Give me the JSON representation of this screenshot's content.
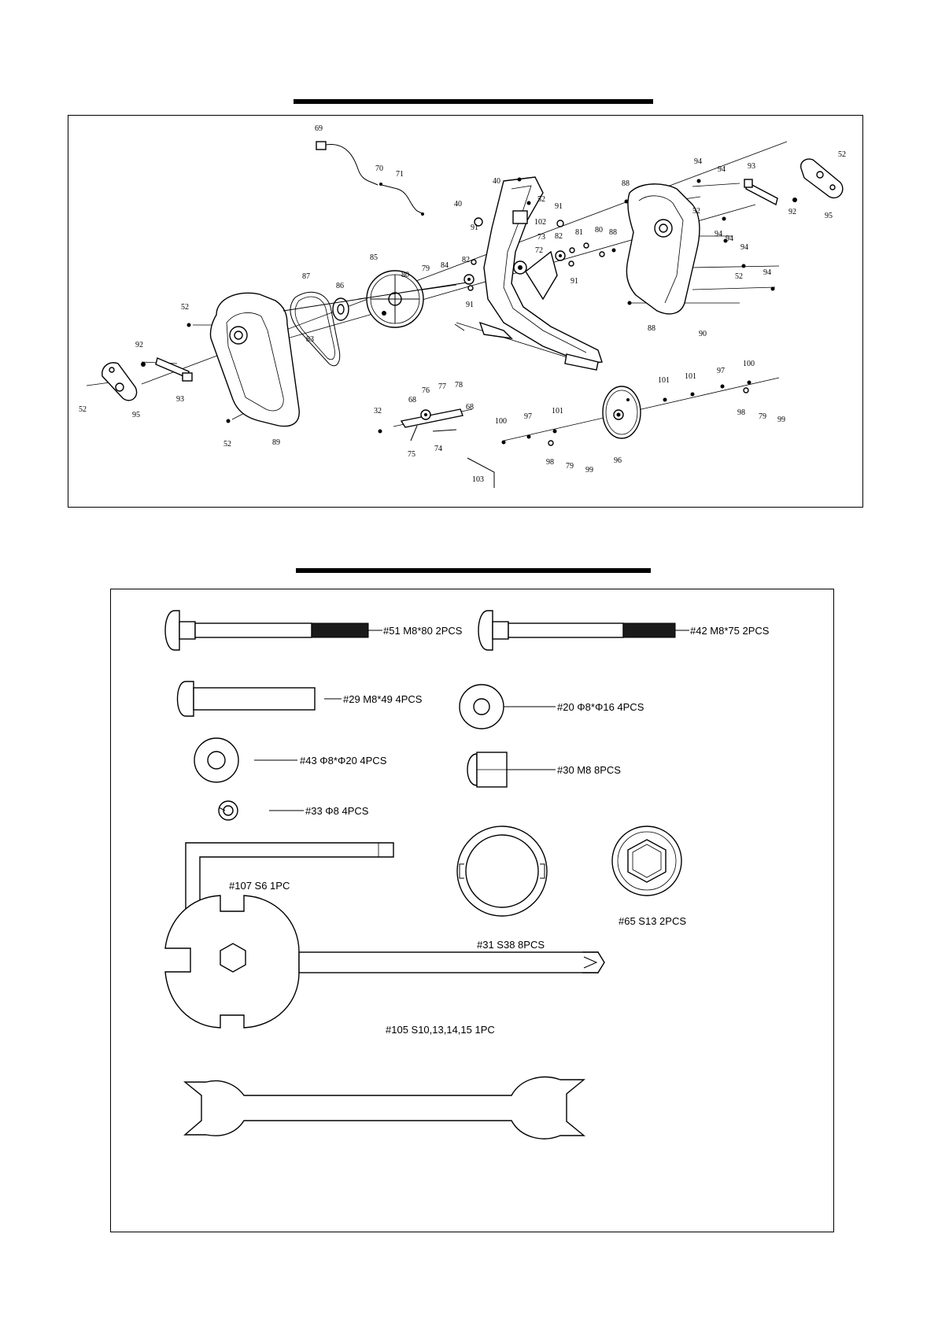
{
  "exploded_view": {
    "callouts": [
      "69",
      "70",
      "71",
      "40",
      "52",
      "102",
      "91",
      "73",
      "72",
      "82",
      "81",
      "80",
      "88",
      "94",
      "93",
      "92",
      "95",
      "85",
      "87",
      "86",
      "84",
      "79",
      "83",
      "32",
      "68",
      "76",
      "77",
      "78",
      "75",
      "74",
      "103",
      "100",
      "97",
      "101",
      "98",
      "99",
      "96",
      "89",
      "90"
    ],
    "parts": [
      "left-pedal-crank",
      "left-crank-arm",
      "left-side-cover",
      "drive-belt",
      "belt-pulley",
      "crank-axle",
      "main-frame-upright",
      "right-side-cover",
      "right-crank-arm",
      "right-pedal-crank",
      "flywheel",
      "tension-bracket",
      "hex-key",
      "sensor-wire",
      "extension-wire"
    ]
  },
  "hardware": {
    "items": [
      {
        "id": "bolt-51",
        "label": "#51 M8*80 2PCS"
      },
      {
        "id": "bolt-42",
        "label": "#42 M8*75 2PCS"
      },
      {
        "id": "bolt-29",
        "label": "#29 M8*49 4PCS"
      },
      {
        "id": "washer-20",
        "label": "#20 Φ8*Φ16 4PCS"
      },
      {
        "id": "washer-43",
        "label": "#43 Φ8*Φ20 4PCS"
      },
      {
        "id": "nut-30",
        "label": "#30 M8 8PCS"
      },
      {
        "id": "spring-washer-33",
        "label": "#33  Φ8 4PCS"
      },
      {
        "id": "hex-key-107",
        "label": "#107  S6 1PC"
      },
      {
        "id": "wrench-31",
        "label": "#31 S38 8PCS"
      },
      {
        "id": "socket-65",
        "label": "#65 S13 2PCS"
      },
      {
        "id": "multi-tool-105",
        "label": "#105 S10,13,14,15  1PC"
      }
    ],
    "tools": [
      "open-end-wrench"
    ]
  },
  "colors": {
    "ink": "#000000",
    "paper": "#ffffff"
  }
}
